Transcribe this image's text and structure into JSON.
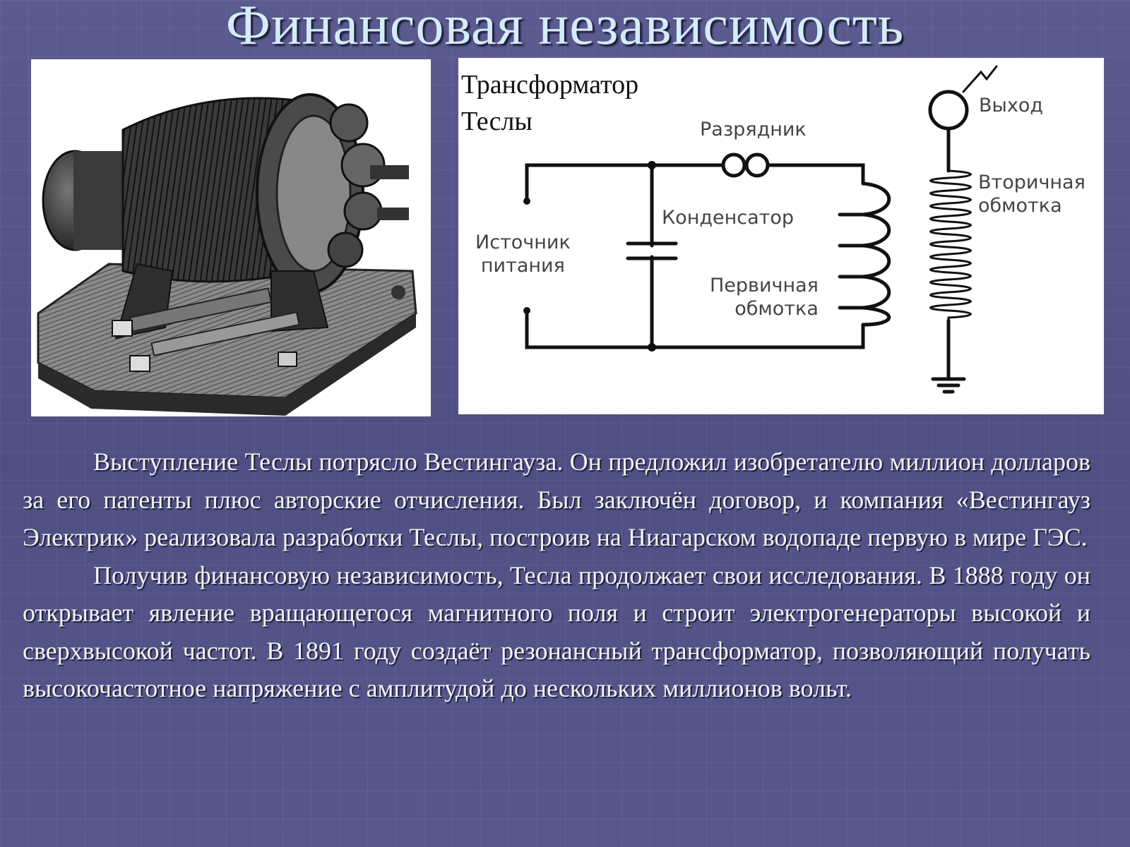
{
  "slide": {
    "title": "Финансовая независимость"
  },
  "diagram": {
    "title_line1": "Трансформатор",
    "title_line2": "Теслы",
    "labels": {
      "spark_gap": "Разрядник",
      "output": "Выход",
      "secondary_line1": "Вторичная",
      "secondary_line2": "обмотка",
      "capacitor": "Конденсатор",
      "source_line1": "Источник",
      "source_line2": "питания",
      "primary_line1": "Первичная",
      "primary_line2": "обмотка"
    }
  },
  "body": {
    "paragraph1": "Выступление Теслы потрясло Вестингауза. Он предложил изобретателю миллион долларов за его патенты плюс авторские отчисления. Был заключён договор, и компания «Вестингауз Электрик» реализовала разработки Теслы, построив на Ниагарском водопаде первую в мире ГЭС.",
    "paragraph2": "Получив финансовую независимость, Тесла продолжает свои исследования. В 1888 году он открывает явление вращающегося магнитного поля и строит электрогенераторы высокой и сверхвысокой частот. В 1891 году создаёт резонансный трансформатор, позволяющий получать высокочастотное напряжение с амплитудой до нескольких миллионов вольт."
  }
}
